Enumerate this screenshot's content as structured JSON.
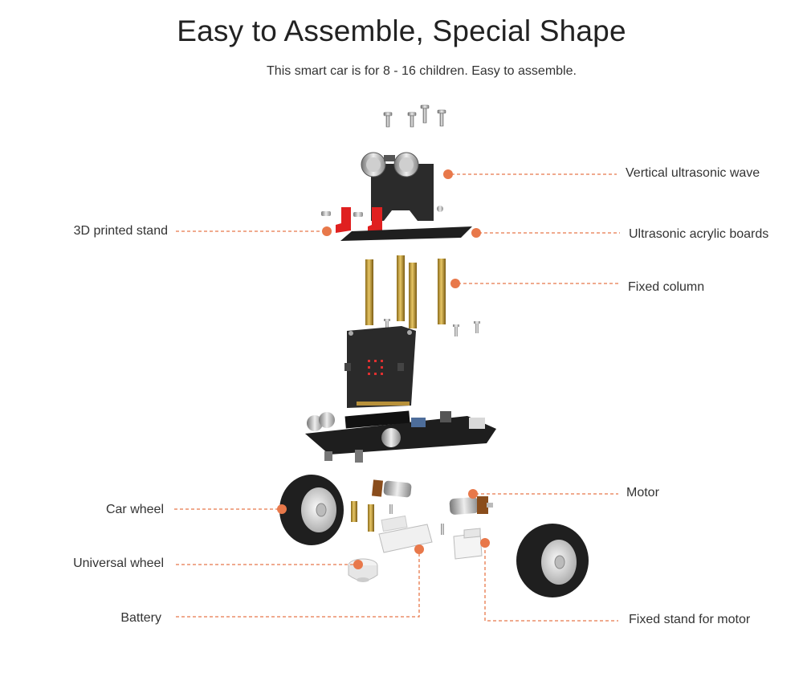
{
  "title": "Easy to Assemble, Special Shape",
  "subtitle": "This smart car is for 8 - 16 children. Easy to assemble.",
  "accent_color": "#e8784a",
  "callouts": {
    "vertical_ultrasonic_wave": "Vertical ultrasonic wave",
    "3d_printed_stand": "3D printed stand",
    "ultrasonic_acrylic_boards": "Ultrasonic acrylic boards",
    "fixed_column": "Fixed column",
    "motor": "Motor",
    "car_wheel": "Car wheel",
    "universal_wheel": "Universal wheel",
    "battery": "Battery",
    "fixed_stand_for_motor": "Fixed stand for motor"
  }
}
